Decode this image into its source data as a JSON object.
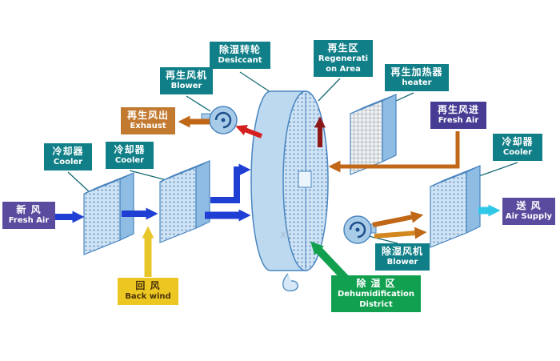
{
  "watermark": "xt",
  "labels": {
    "desiccant": {
      "zh": "除湿转轮",
      "en": "Desiccant"
    },
    "regen_area": {
      "zh": "再生区",
      "en": "Regeneration Area"
    },
    "regen_blower": {
      "zh": "再生风机",
      "en": "Blower"
    },
    "regen_heater": {
      "zh": "再生加热器",
      "en": "heater"
    },
    "regen_exhaust": {
      "zh": "再生风出",
      "en": "Exhaust"
    },
    "regen_fresh_air": {
      "zh": "再生风进",
      "en": "Fresh Air"
    },
    "cooler_left": {
      "zh": "冷却器",
      "en": "Cooler"
    },
    "cooler_mid": {
      "zh": "冷却器",
      "en": "Cooler"
    },
    "cooler_right": {
      "zh": "冷却器",
      "en": "Cooler"
    },
    "fresh_air": {
      "zh": "新  风",
      "en": "Fresh Air"
    },
    "back_wind": {
      "zh": "回  风",
      "en": "Back wind"
    },
    "dehumid_blower": {
      "zh": "除湿风机",
      "en": "Blower"
    },
    "dehumid_district": {
      "zh": "除 湿 区",
      "en": "Dehumidification District"
    },
    "air_supply": {
      "zh": "送 风",
      "en": "Air Supply"
    }
  },
  "colors": {
    "label_teal": "#117f88",
    "label_orange": "#c27a30",
    "label_purple": "#5b4b9e",
    "label_dark_purple": "#463c94",
    "label_yellow": "#ecc722",
    "label_green": "#10a04f",
    "arrow_blue": "#1f3fd4",
    "arrow_yellow": "#e8c62a",
    "arrow_orange": "#c06818",
    "arrow_red": "#d42020",
    "arrow_dark_red": "#8e1818",
    "arrow_cyan": "#30c8e8",
    "arrow_green": "#12a04e",
    "component_fill": "#bcd9f0",
    "component_edge": "#4a86c0"
  }
}
